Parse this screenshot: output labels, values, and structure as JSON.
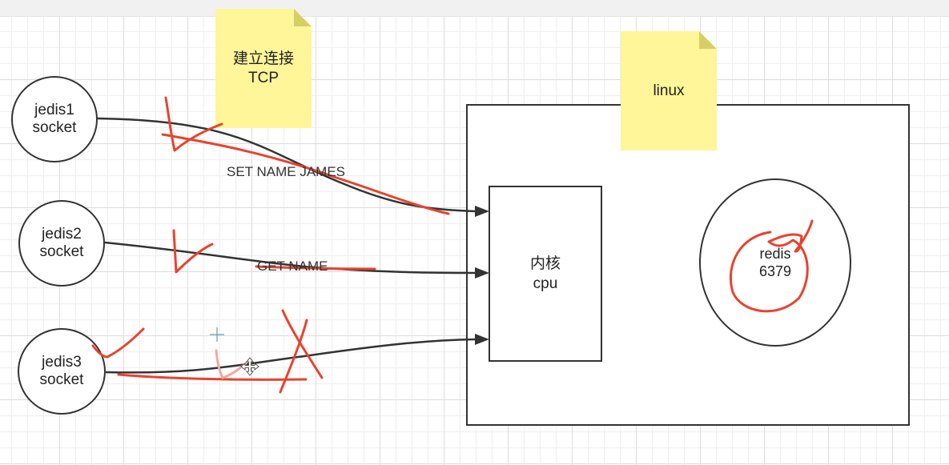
{
  "clients": [
    {
      "line1": "jedis1",
      "line2": "socket"
    },
    {
      "line1": "jedis2",
      "line2": "socket"
    },
    {
      "line1": "jedis3",
      "line2": "socket"
    }
  ],
  "notes": {
    "tcp": {
      "line1": "建立连接",
      "line2": "TCP"
    },
    "linux": {
      "text": "linux"
    }
  },
  "kernel": {
    "line1": "内核",
    "line2": "cpu"
  },
  "redis": {
    "line1": "redis",
    "line2": "6379"
  },
  "edges": {
    "set_command": "SET NAME JAMES",
    "get_command": "GET NAME"
  },
  "colors": {
    "annotation": "#e8432e",
    "stroke": "#333333",
    "note": "#fff599"
  }
}
